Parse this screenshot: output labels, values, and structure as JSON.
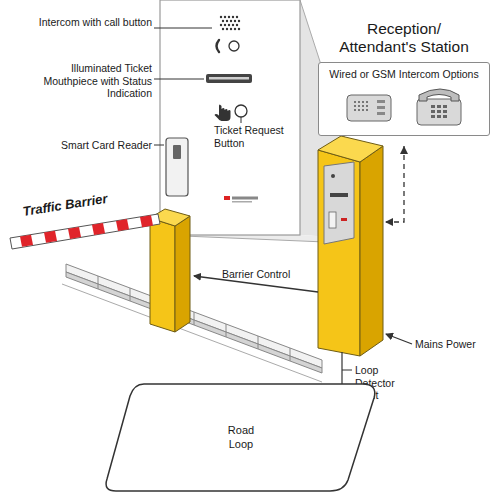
{
  "diagram": {
    "nodes": [
      {
        "text": [
          "Reception/ Attendant's Station",
          "Wired or GSM Intercom Options"
        ]
      },
      {
        "text": [
          "Road Loop"
        ]
      }
    ],
    "labels": [
      "Intercom with call button",
      "Illuminated Ticket Mouthpiece with Status Indication",
      "Smart Card Reader",
      "Ticket Request Button",
      "Traffic Barrier",
      "Barrier Control",
      "Loop Detector Input",
      "Mains Power"
    ]
  }
}
